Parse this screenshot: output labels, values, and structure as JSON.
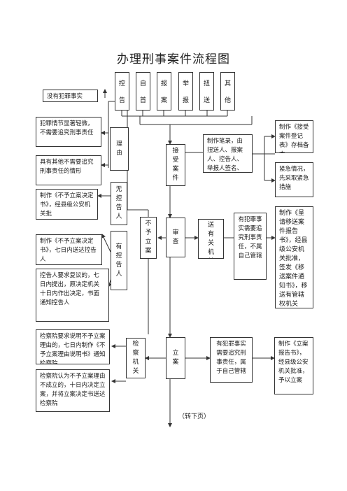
{
  "title": "办理刑事案件流程图",
  "sources": [
    "控告",
    "自首",
    "报案",
    "举报",
    "扭送",
    "其他"
  ],
  "intake": "接受案件",
  "intake_note": "制作笔录，由扭送人、报案人、控告人、举报人签名、盖章",
  "registry_note": "制作《接受案件登记表》存档备查",
  "emergency_note": "紧急情况，先采取紧急措施",
  "transfer_report": "制作《呈请移送案件报告书》，经县级公安机关批准，签发《移送案件通知书》，移送有管辖权机关",
  "no_crime": "没有犯罪事实",
  "minor": "犯罪情节显著轻微，不需要追究刑事责任",
  "other_no": "具有其他不需要追究刑事责任的情形",
  "reason": "理由",
  "no_complainant": "无控告人",
  "has_complainant": "有控告人",
  "not_file_doc": "制作《不予立案决定书》，经县级公安机关批",
  "notice_doc": "制作《不予立案决定书》，七日内送达控告人",
  "review": "控告人要求复议的，七日内提出，原决定机关十日内作出决定，书面通知控告人",
  "not_file": "不予立案",
  "review_step": "审查",
  "transfer": "移送有关机关",
  "crime_not_ours": "有犯罪事实需要追究刑事责任，不属自己管辖",
  "procuratorate": "检察机关",
  "proc_demand": "检察院要求说明不予立案理由的，七日内制作《不予立案理由说明书》通知检察院",
  "proc_decide": "检察院认为不予立案理由不成立的，十日内决定立案，并将立案决定书送达检察院",
  "file_case": "立案",
  "crime_ours": "有犯罪事实需要追究刑事责任，属于自己管辖",
  "file_report": "制作《立案报告书》，经县级公安机关批准，予以立案",
  "next_page": "（转下页）"
}
